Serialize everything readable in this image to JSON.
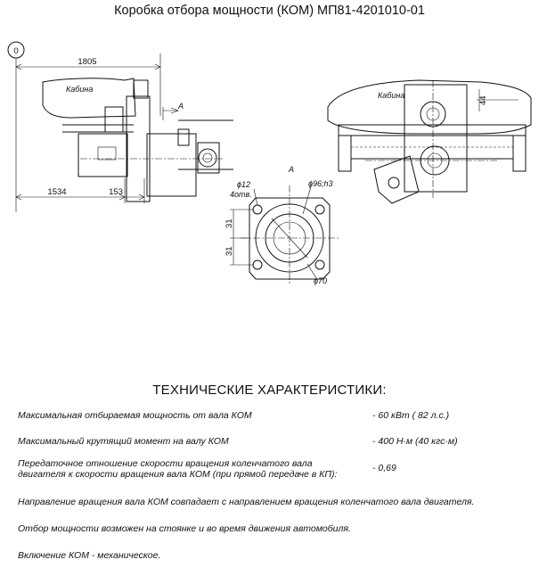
{
  "title": "Коробка отбора мощности (КОМ) МП81-4201010-01",
  "drawing": {
    "view_marker": "0",
    "dim_1805": "1805",
    "dim_1534": "1534",
    "dim_153": "153",
    "label_cab_left": "Кабина",
    "label_cab_right": "Кабина",
    "view_arrow_label": "A",
    "section_label": "A",
    "hole_dia": "ϕ12",
    "hole_count": "4отв.",
    "bore_dia": "ϕ96;h3",
    "pilot_dia": "ϕ70",
    "dim_31_top": "31",
    "dim_31_bottom": "31",
    "dim_44": "44"
  },
  "specs": {
    "heading": "ТЕХНИЧЕСКИЕ ХАРАКТЕРИСТИКИ:",
    "rows": [
      {
        "label": "Максимальная отбираемая мощность от вала КОМ",
        "value": "- 60 кВт ( 82 л.с.)"
      },
      {
        "label": "Максимальный крутящий момент на валу КОМ",
        "value": "- 400 Н·м (40 кгс·м)"
      },
      {
        "label_line1": "Передаточное отношение скорости вращения коленчатого вала",
        "label_line2": "двигателя к скорости вращения вала КОМ (при прямой передаче в КП):",
        "value": "- 0,69"
      }
    ],
    "notes": [
      "Направление вращения вала КОМ совпадает с  направлением вращения коленчатого вала двигателя.",
      "Отбор мощности возможен на стоянке и во время движения автомобиля.",
      "Включение КОМ - механическое."
    ]
  }
}
